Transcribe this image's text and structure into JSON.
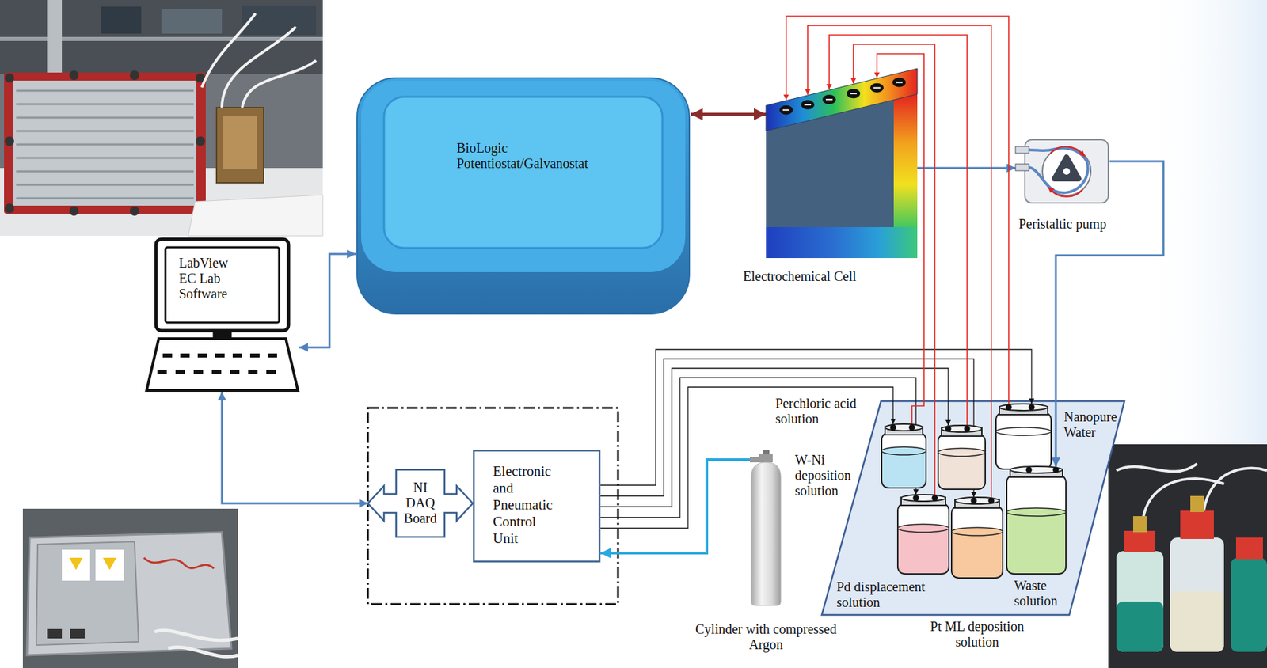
{
  "diagram": {
    "nodes": [
      {
        "text": [
          "LabView EC Lab Software"
        ]
      },
      {
        "text": [
          "BioLogic Potentiostat/Galvanostat"
        ]
      },
      {
        "text": [
          "Electrochemical Cell"
        ]
      },
      {
        "text": [
          "Peristaltic pump"
        ]
      },
      {
        "text": [
          "NI DAQ Board"
        ]
      },
      {
        "text": [
          "Electronic and Pneumatic Control Unit"
        ]
      },
      {
        "text": [
          "Cylinder with compressed Argon"
        ]
      },
      {
        "text": [
          "Perchloric acid solution"
        ]
      },
      {
        "text": [
          "W-Ni deposition solution"
        ]
      },
      {
        "text": [
          "Nanopure Water"
        ]
      },
      {
        "text": [
          "Pd displacement solution"
        ]
      },
      {
        "text": [
          "Pt ML deposition solution"
        ]
      },
      {
        "text": [
          "Waste solution"
        ]
      }
    ],
    "edges": [
      {
        "from": 0,
        "to": 1,
        "arrow": "both"
      },
      {
        "from": 1,
        "to": 2,
        "arrow": "both"
      },
      {
        "from": 2,
        "to": 3,
        "arrow": "to"
      },
      {
        "from": 0,
        "to": 4,
        "arrow": "both"
      },
      {
        "from": 6,
        "to": 5,
        "arrow": "to"
      },
      {
        "from": 5,
        "to": 7,
        "arrow": "to"
      },
      {
        "from": 5,
        "to": 8,
        "arrow": "to"
      },
      {
        "from": 5,
        "to": 9,
        "arrow": "to"
      },
      {
        "from": 5,
        "to": 10,
        "arrow": "to"
      },
      {
        "from": 5,
        "to": 11,
        "arrow": "to"
      },
      {
        "from": 7,
        "to": 2,
        "arrow": "to"
      },
      {
        "from": 8,
        "to": 2,
        "arrow": "to"
      },
      {
        "from": 9,
        "to": 2,
        "arrow": "to"
      },
      {
        "from": 10,
        "to": 2,
        "arrow": "to"
      },
      {
        "from": 11,
        "to": 2,
        "arrow": "to"
      },
      {
        "from": 3,
        "to": 12,
        "arrow": "to"
      }
    ]
  }
}
